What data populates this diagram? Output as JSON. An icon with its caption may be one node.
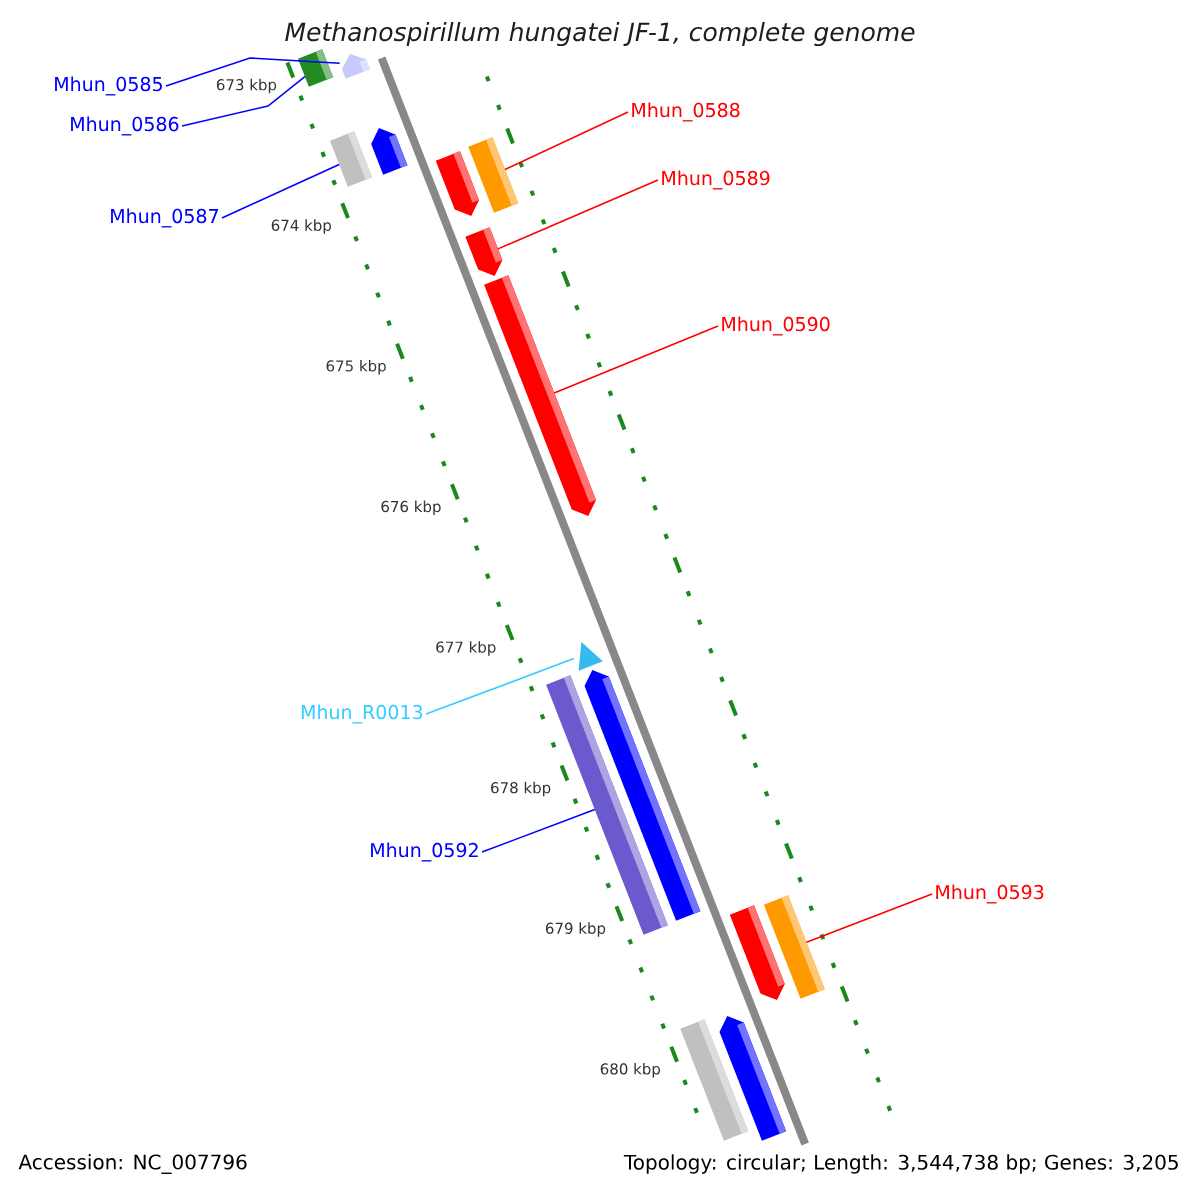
{
  "diagram": {
    "title": "Methanospirillum hungatei JF-1, complete genome",
    "nodes": [
      {
        "text": [
          "Mhun_0585"
        ]
      },
      {
        "text": [
          "Mhun_0586"
        ]
      },
      {
        "text": [
          "Mhun_0587"
        ]
      },
      {
        "text": [
          "Mhun_0588"
        ]
      },
      {
        "text": [
          "Mhun_0589"
        ]
      },
      {
        "text": [
          "Mhun_0590"
        ]
      },
      {
        "text": [
          "Mhun_R0013"
        ]
      },
      {
        "text": [
          "Mhun_0592"
        ]
      },
      {
        "text": [
          "Mhun_0593"
        ]
      },
      {
        "text": [],
        "shape": "bar"
      },
      {
        "text": [],
        "shape": "bar"
      },
      {
        "text": [],
        "shape": "bar"
      },
      {
        "text": [],
        "shape": "bar"
      },
      {
        "text": [],
        "shape": "bar"
      },
      {
        "text": [],
        "shape": "bar"
      },
      {
        "text": [],
        "shape": "bar"
      },
      {
        "text": [],
        "shape": "bar"
      },
      {
        "text": [],
        "shape": "triangle"
      },
      {
        "text": [],
        "shape": "bar"
      },
      {
        "text": [],
        "shape": "bar"
      },
      {
        "text": [],
        "shape": "bar"
      },
      {
        "text": [],
        "shape": "bar"
      },
      {
        "text": [],
        "shape": "bar"
      },
      {
        "text": [],
        "shape": "bar"
      }
    ],
    "edges": [
      {
        "from": 0,
        "to": 9,
        "arrow": "none",
        "color": "#0000ff"
      },
      {
        "from": 1,
        "to": 10,
        "arrow": "none",
        "color": "#0000ff"
      },
      {
        "from": 2,
        "to": 11,
        "arrow": "none",
        "color": "#0000ff"
      },
      {
        "from": 3,
        "to": 14,
        "arrow": "none",
        "color": "#ff0000"
      },
      {
        "from": 4,
        "to": 15,
        "arrow": "none",
        "color": "#ff0000"
      },
      {
        "from": 5,
        "to": 16,
        "arrow": "none",
        "color": "#ff0000"
      },
      {
        "from": 6,
        "to": 17,
        "arrow": "none",
        "color": "#33ccff"
      },
      {
        "from": 7,
        "to": 18,
        "arrow": "none",
        "color": "#0000ff"
      },
      {
        "from": 8,
        "to": 21,
        "arrow": "none",
        "color": "#ff0000"
      }
    ],
    "labels": [
      "673 kbp",
      "674 kbp",
      "675 kbp",
      "676 kbp",
      "677 kbp",
      "678 kbp",
      "679 kbp",
      "680 kbp",
      "Accession: NC_007796",
      "Topology: circular; Length: 3,544,738 bp; Genes: 3,205"
    ]
  }
}
